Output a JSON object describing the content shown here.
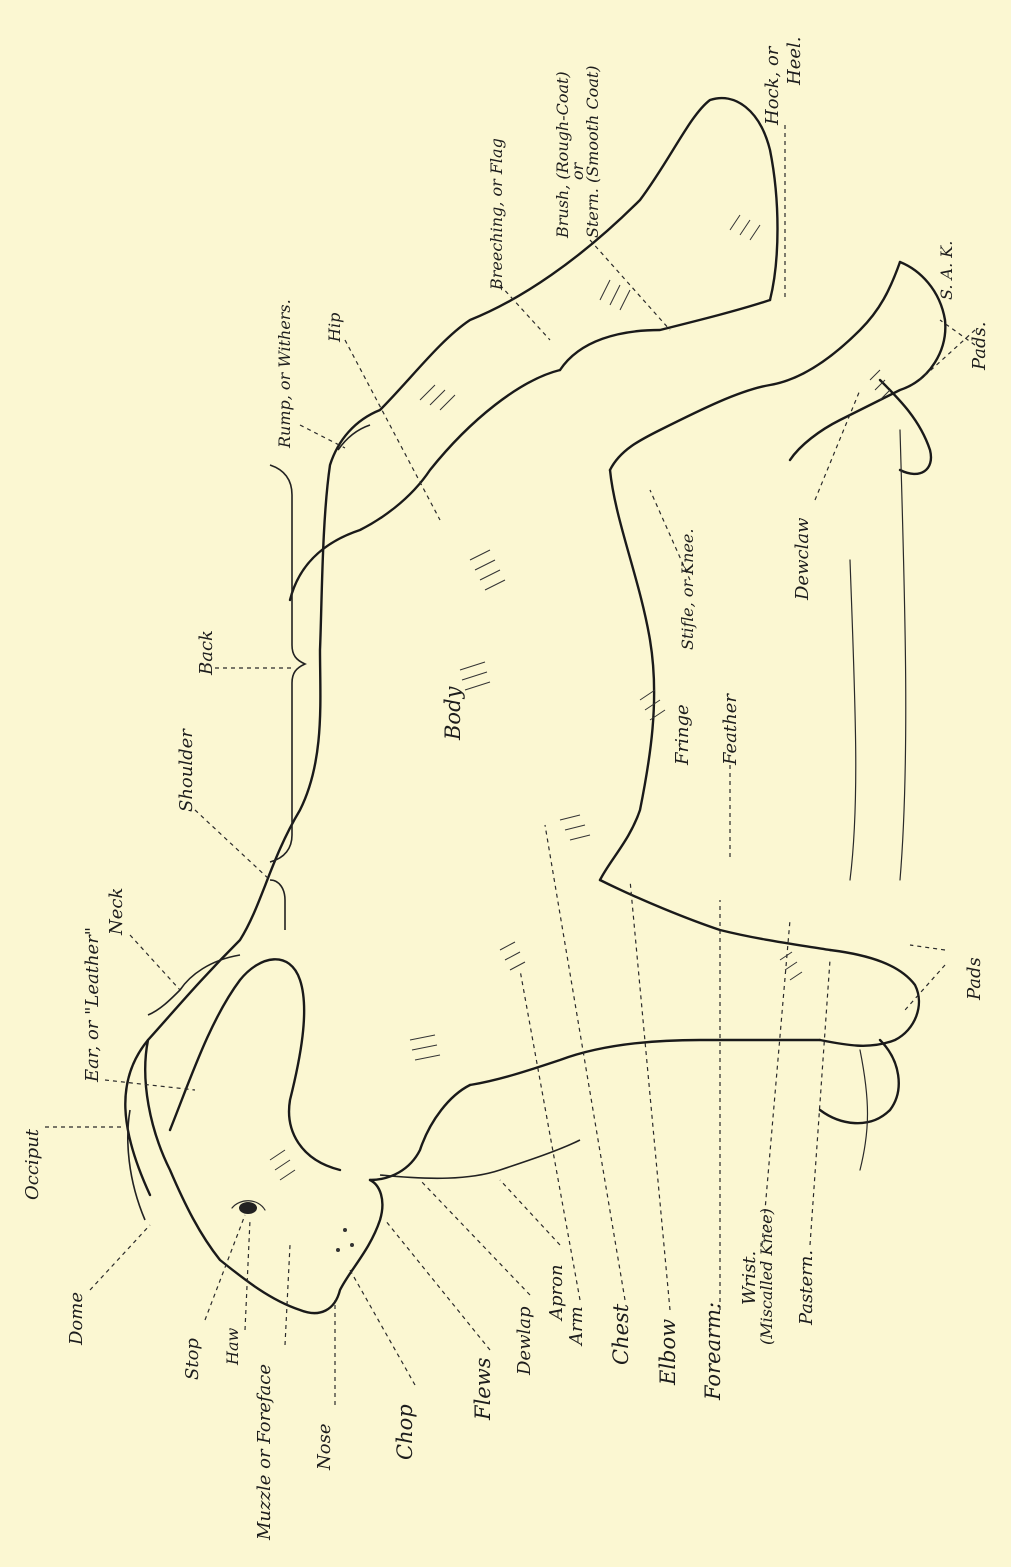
{
  "labels": {
    "occiput": "Occiput",
    "ear": "Ear, or \"Leather\"",
    "neck": "Neck",
    "shoulder": "Shoulder",
    "back": "Back",
    "rump": "Rump, or Withers.",
    "hip": "Hip",
    "breeching": "Breeching, or Flag",
    "brush_1": "Brush, (Rough-Coat)",
    "brush_or": "or",
    "brush_2": "Stern. (Smooth Coat)",
    "hock_1": "Hock, or",
    "hock_2": "Heel.",
    "pads_hind": "Pads.",
    "dewclaw": "Dewclaw",
    "stifle": "Stifle, or Knee.",
    "fringe": "Fringe",
    "feather": "Feather",
    "body": "Body",
    "pads_fore": "Pads",
    "dome": "Dome",
    "stop": "Stop",
    "haw": "Haw",
    "muzzle": "Muzzle or Foreface",
    "nose": "Nose",
    "chop": "Chop",
    "flews": "Flews",
    "dewlap": "Dewlap",
    "apron": "Apron",
    "arm": "Arm",
    "chest": "Chest",
    "elbow": "Elbow",
    "forearm": "Forearm:",
    "wrist": "Wrist.",
    "wrist_note": "(Miscalled Knee)",
    "pastern": "Pastern.",
    "signature": "S. A. K."
  }
}
